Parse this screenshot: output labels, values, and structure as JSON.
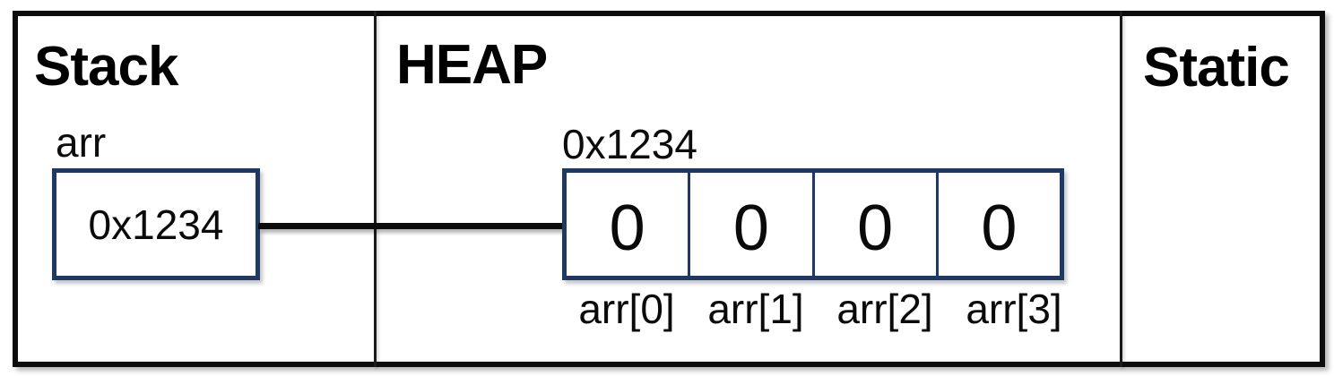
{
  "diagram": {
    "title": "memory-layout",
    "sections": [
      {
        "id": "stack",
        "title": "Stack"
      },
      {
        "id": "heap",
        "title": "HEAP"
      },
      {
        "id": "static",
        "title": "Static"
      }
    ],
    "stack": {
      "variable": {
        "name": "arr",
        "value": "0x1234"
      }
    },
    "heap": {
      "address_label": "0x1234",
      "array": {
        "cells": [
          {
            "value": "0",
            "label": "arr[0]"
          },
          {
            "value": "0",
            "label": "arr[1]"
          },
          {
            "value": "0",
            "label": "arr[2]"
          },
          {
            "value": "0",
            "label": "arr[3]"
          }
        ]
      }
    },
    "pointer": {
      "from": "stack.arr",
      "to": "heap.0x1234"
    },
    "colors": {
      "box_border": "#1f3864",
      "frame": "#0d0d0d",
      "text": "#0a0a0a"
    }
  }
}
